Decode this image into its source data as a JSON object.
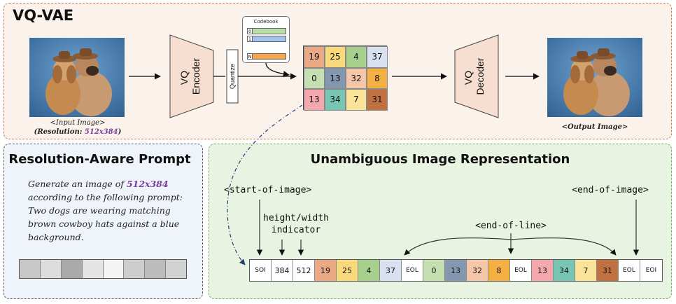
{
  "vq_panel": {
    "title": "VQ-VAE",
    "input_caption": "<Input Image>",
    "resolution_prefix": "(Resolution: ",
    "resolution_value": "512x384",
    "resolution_suffix": ")",
    "encoder_label": "VQ Encoder",
    "encoder_line1": "VQ",
    "encoder_line2": "Encoder",
    "quantize_label": "Quantize",
    "codebook": {
      "title": "Codebook",
      "rows": [
        {
          "index": "0",
          "color": "#b9dfa9"
        },
        {
          "index": "1",
          "color": "#a3c4ee"
        },
        {
          "index": "N",
          "color": "#f5a54a"
        }
      ],
      "ellipsis": "..."
    },
    "token_grid": [
      {
        "value": "19",
        "color": "#e9a985"
      },
      {
        "value": "25",
        "color": "#f9d979"
      },
      {
        "value": "4",
        "color": "#a8d08d"
      },
      {
        "value": "37",
        "color": "#d9e0f0"
      },
      {
        "value": "0",
        "color": "#c5dfb0"
      },
      {
        "value": "13",
        "color": "#8497b0"
      },
      {
        "value": "32",
        "color": "#f6c6a8"
      },
      {
        "value": "8",
        "color": "#f4b042"
      },
      {
        "value": "13",
        "color": "#f4a8ae"
      },
      {
        "value": "34",
        "color": "#77c6b4"
      },
      {
        "value": "7",
        "color": "#fbe39a"
      },
      {
        "value": "31",
        "color": "#c0713f"
      }
    ],
    "decoder_line1": "VQ",
    "decoder_line2": "Decoder",
    "output_caption": "<Output Image>"
  },
  "prompt_panel": {
    "title": "Resolution-Aware Prompt",
    "text_before": "Generate an image of ",
    "text_highlight": "512x384",
    "text_after": " according to the following prompt: Two dogs are wearing matching brown cowboy hats against a blue background.",
    "gray_levels": [
      "#c8c8c8",
      "#dcdcdc",
      "#aaaaaa",
      "#e4e4e4",
      "#f4f4f4",
      "#cdcdcd",
      "#bcbcbc",
      "#d2d2d2"
    ]
  },
  "rep_panel": {
    "title": "Unambiguous Image Representation",
    "start_label": "<start-of-image>",
    "hw_label_line1": "height/width",
    "hw_label_line2": "indicator",
    "eol_label": "<end-of-line>",
    "end_label": "<end-of-image>",
    "sequence": [
      {
        "value": "SOI",
        "color": "#ffffff"
      },
      {
        "value": "384",
        "color": "#ffffff"
      },
      {
        "value": "512",
        "color": "#ffffff"
      },
      {
        "value": "19",
        "color": "#e9a985"
      },
      {
        "value": "25",
        "color": "#f9d979"
      },
      {
        "value": "4",
        "color": "#a8d08d"
      },
      {
        "value": "37",
        "color": "#d9e0f0"
      },
      {
        "value": "EOL",
        "color": "#ffffff"
      },
      {
        "value": "0",
        "color": "#c5dfb0"
      },
      {
        "value": "13",
        "color": "#8497b0"
      },
      {
        "value": "32",
        "color": "#f6c6a8"
      },
      {
        "value": "8",
        "color": "#f4b042"
      },
      {
        "value": "EOL",
        "color": "#ffffff"
      },
      {
        "value": "13",
        "color": "#f4a8ae"
      },
      {
        "value": "34",
        "color": "#77c6b4"
      },
      {
        "value": "7",
        "color": "#fbe39a"
      },
      {
        "value": "31",
        "color": "#c0713f"
      },
      {
        "value": "EOL",
        "color": "#ffffff"
      },
      {
        "value": "EOI",
        "color": "#ffffff"
      }
    ]
  }
}
